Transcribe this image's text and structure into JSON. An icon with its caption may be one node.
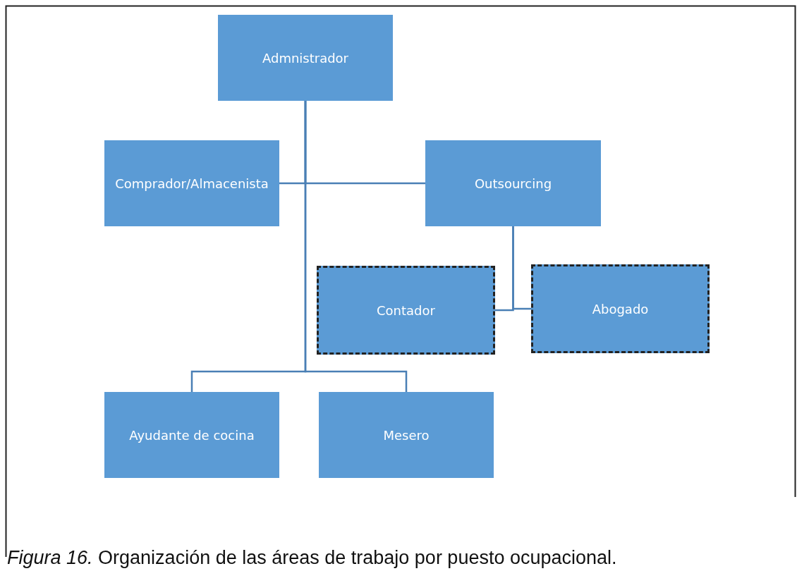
{
  "diagram": {
    "caption": "*Figura 16.* Organización de las áreas de trabajo por puesto ocupacional.",
    "nodes": [
      {
        "text": [
          "Admnistrador"
        ]
      },
      {
        "text": [
          "Comprador/Almacenista"
        ]
      },
      {
        "text": [
          "Outsourcing"
        ]
      },
      {
        "text": [
          "Contador"
        ]
      },
      {
        "text": [
          "Abogado"
        ]
      },
      {
        "text": [
          "Ayudante de cocina"
        ]
      },
      {
        "text": [
          "Mesero"
        ]
      }
    ],
    "edges": [
      {
        "from": 0,
        "to": 1,
        "arrow": "none"
      },
      {
        "from": 0,
        "to": 2,
        "arrow": "none"
      },
      {
        "from": 0,
        "to": 5,
        "arrow": "none"
      },
      {
        "from": 0,
        "to": 6,
        "arrow": "none"
      },
      {
        "from": 2,
        "to": 3,
        "arrow": "none"
      },
      {
        "from": 2,
        "to": 4,
        "arrow": "none"
      }
    ]
  }
}
